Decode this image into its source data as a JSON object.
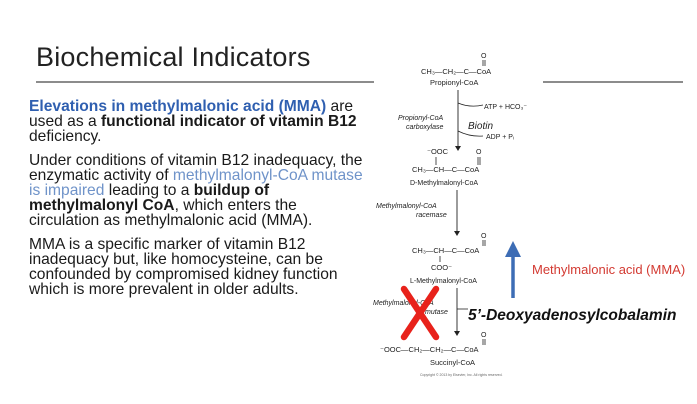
{
  "slide": {
    "title": "Biochemical Indicators",
    "para1": {
      "highlight": "Elevations in methylmalonic acid (MMA)",
      "t1": " are used as a ",
      "b1": "functional indicator of vitamin B12",
      "t2": " deficiency."
    },
    "para2": {
      "t1": "Under conditions of vitamin B12 inadequacy, the enzymatic activity of ",
      "link": "methylmalonyl-CoA mutase is impaired",
      "t2": " leading to a ",
      "b1": "buildup of methylmalonyl CoA",
      "t3": ", which enters the circulation as methylmalonic acid (MMA)."
    },
    "para3": "MMA is a specific marker of vitamin B12 inadequacy but, like homocysteine, can be confounded by compromised kidney function which is more prevalent in older adults."
  },
  "diagram": {
    "propionyl_formula": "CH₃—CH₂—C—CoA",
    "propionyl_name": "Propionyl-CoA",
    "atp_hco3": "ATP + HCO₃⁻",
    "carboxylase_1": "Propionyl-CoA",
    "carboxylase_2": "carboxylase",
    "biotin": "Biotin",
    "adp_pi": "ADP + Pᵢ",
    "d_coo": "⁻OOC",
    "d_formula": "CH₃—CH—C—CoA",
    "d_name": "D-Methylmalonyl-CoA",
    "racemase_1": "Methylmalonyl-CoA",
    "racemase_2": "racemase",
    "l_formula": "CH₃—CH—C—CoA",
    "l_coo": "COO⁻",
    "l_name": "L-Methylmalonyl-CoA",
    "mutase_1": "Methylmalonyl-CoA",
    "mutase_2": "mutase",
    "succ_formula": "⁻OOC—CH₂—CH₂—C—CoA",
    "succ_name": "Succinyl-CoA",
    "copyright": "Copyright © 2013 by Elsevier, Inc. All rights reserved.",
    "oxygen": "O"
  },
  "annotations": {
    "mma_label": "Methylmalonic acid (MMA)",
    "cobalamin_label": "5’-Deoxyadenosylcobalamin",
    "arrow_color": "#3d6db5",
    "x_color": "#e8221b"
  }
}
